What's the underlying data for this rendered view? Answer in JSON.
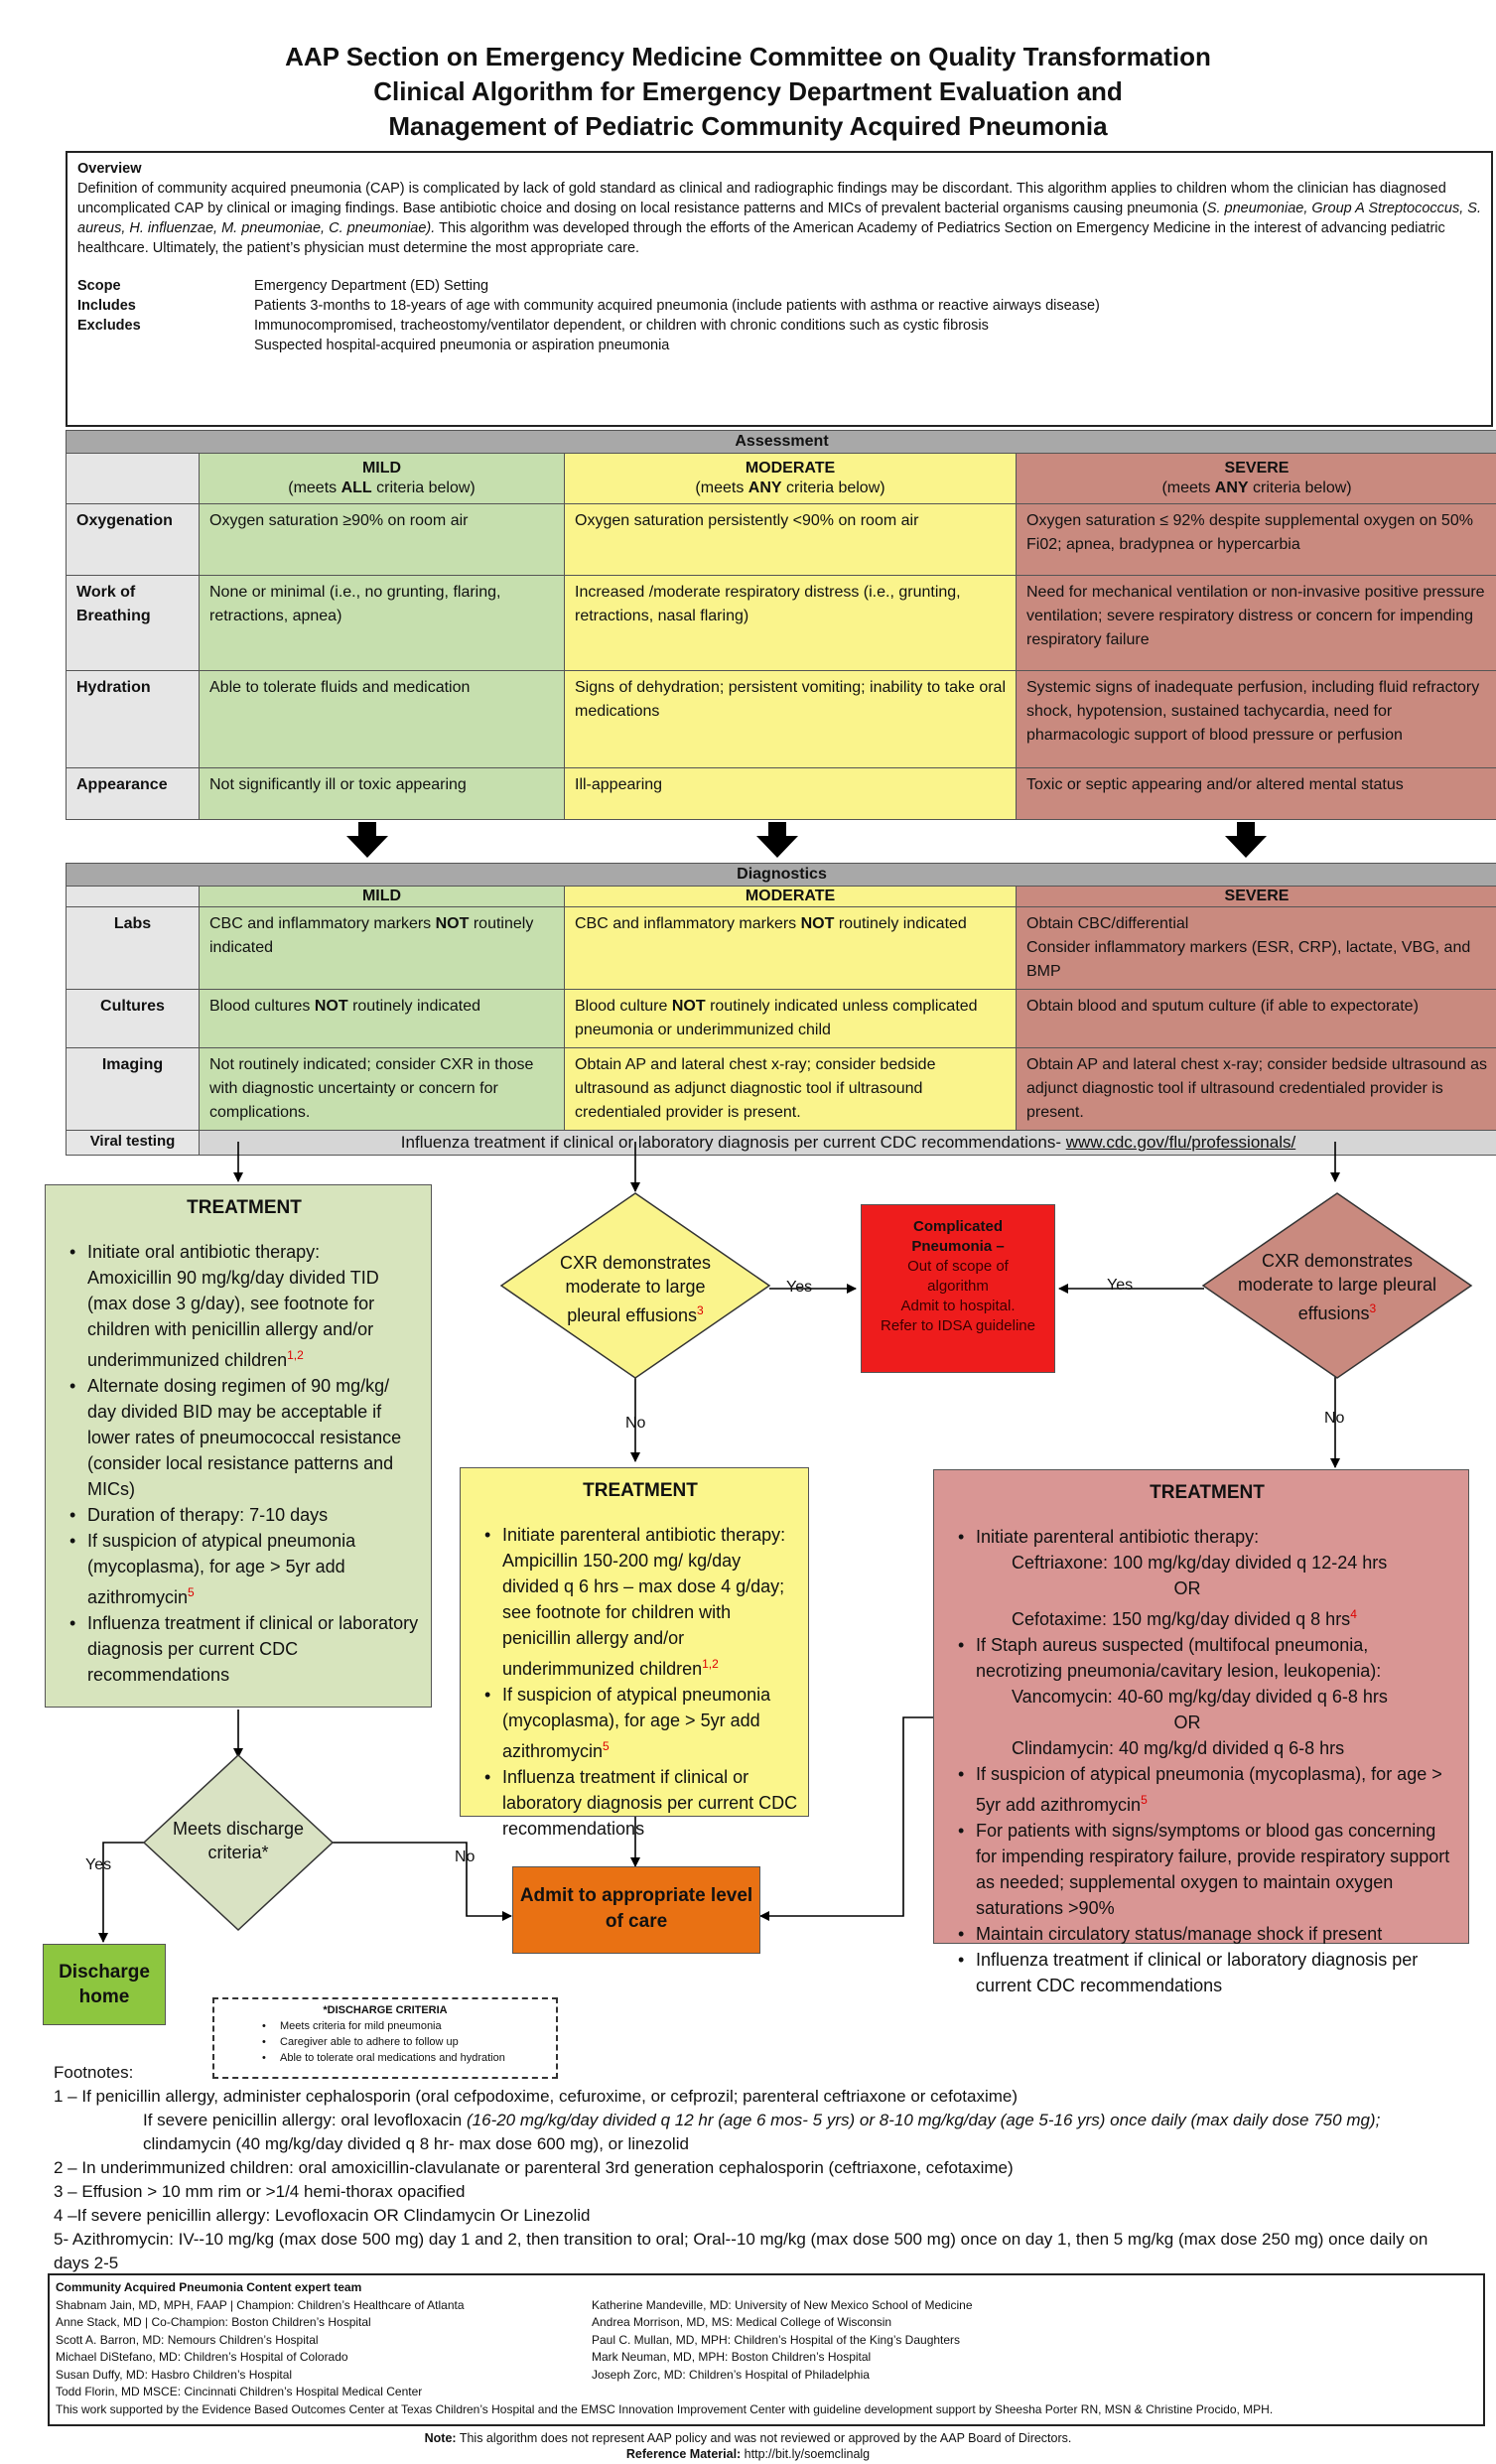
{
  "title": {
    "line1": "AAP Section on Emergency Medicine Committee on Quality Transformation",
    "line2": "Clinical Algorithm for Emergency Department Evaluation and",
    "line3": "Management of Pediatric Community Acquired Pneumonia"
  },
  "overview": {
    "heading": "Overview",
    "text_a": "Definition of community acquired pneumonia (CAP) is complicated by lack of gold standard as clinical and radiographic findings may be discordant. This algorithm applies to children whom the clinician has diagnosed uncomplicated CAP by clinical or imaging findings.  Base antibiotic choice and dosing on local resistance patterns and MICs of prevalent bacterial organisms causing pneumonia (",
    "organisms": "S. pneumoniae, Group A Streptococcus, S. aureus, H. influenzae, M. pneumoniae, C. pneumoniae).",
    "text_b": " This algorithm was developed through the efforts of the American Academy of Pediatrics Section on Emergency Medicine in the interest of advancing pediatric healthcare. Ultimately, the patient’s physician must determine the most appropriate care.",
    "scope_label": "Scope",
    "scope": "Emergency Department (ED) Setting",
    "includes_label": "Includes",
    "includes": "Patients 3-months to 18-years of age with community acquired pneumonia (include patients with asthma or reactive airways disease)",
    "excludes_label": "Excludes",
    "excludes_1": "Immunocompromised, tracheostomy/ventilator dependent, or children with chronic conditions such as cystic fibrosis",
    "excludes_2": "Suspected hospital-acquired pneumonia or aspiration pneumonia"
  },
  "assessment": {
    "header": "Assessment",
    "mild": "MILD",
    "mild_sub_a": "(meets ",
    "mild_sub_b": "ALL",
    "mild_sub_c": " criteria below)",
    "moderate": "MODERATE",
    "mod_sub_a": "(meets ",
    "mod_sub_b": "ANY",
    "mod_sub_c": " criteria below)",
    "severe": "SEVERE",
    "sev_sub_a": "(meets ",
    "sev_sub_b": "ANY",
    "sev_sub_c": " criteria below)",
    "rows": [
      {
        "label": "Oxygenation",
        "mild": "Oxygen saturation ≥90% on room air",
        "mod": "Oxygen saturation persistently <90% on room air",
        "sev": "Oxygen saturation ≤ 92% despite supplemental oxygen on 50% Fi02; apnea, bradypnea or hypercarbia"
      },
      {
        "label": "Work of Breathing",
        "mild": "None or minimal (i.e., no grunting, flaring, retractions, apnea)",
        "mod": "Increased /moderate respiratory distress (i.e., grunting, retractions, nasal flaring)",
        "sev": "Need for mechanical ventilation or non-invasive positive pressure ventilation; severe respiratory distress or concern for impending respiratory failure"
      },
      {
        "label": "Hydration",
        "mild": "Able to tolerate fluids and medication",
        "mod": "Signs of dehydration; persistent vomiting; inability to take oral medications",
        "sev": "Systemic signs of inadequate perfusion, including fluid refractory shock, hypotension, sustained tachycardia, need for pharmacologic support of blood pressure or perfusion"
      },
      {
        "label": "Appearance",
        "mild": "Not significantly ill or toxic appearing",
        "mod": "Ill-appearing",
        "sev": "Toxic or septic appearing and/or altered mental status"
      }
    ]
  },
  "diagnostics": {
    "header": "Diagnostics",
    "mild": "MILD",
    "moderate": "MODERATE",
    "severe": "SEVERE",
    "labs_label": "Labs",
    "labs_mild_a": "CBC and inflammatory markers ",
    "labs_mild_b": "NOT",
    "labs_mild_c": " routinely indicated",
    "labs_mod_a": "CBC and inflammatory markers ",
    "labs_mod_b": "NOT",
    "labs_mod_c": " routinely indicated",
    "labs_sev_1": "Obtain CBC/differential",
    "labs_sev_2": "Consider inflammatory markers (ESR, CRP), lactate, VBG, and BMP",
    "cultures_label": "Cultures",
    "cult_mild_a": "Blood cultures ",
    "cult_mild_b": "NOT",
    "cult_mild_c": " routinely indicated",
    "cult_mod_a": "Blood culture ",
    "cult_mod_b": "NOT",
    "cult_mod_c": " routinely indicated unless complicated pneumonia or underimmunized child",
    "cult_sev": "Obtain blood and sputum culture (if able to expectorate)",
    "imaging_label": "Imaging",
    "img_mild": "Not routinely indicated; consider CXR in those with diagnostic uncertainty or concern for complications.",
    "img_mod": "Obtain AP and lateral chest x-ray; consider bedside ultrasound as adjunct diagnostic tool if ultrasound credentialed provider is present.",
    "img_sev": "Obtain AP and lateral chest x-ray; consider bedside ultrasound as adjunct diagnostic tool if ultrasound credentialed provider is present.",
    "viral_label": "Viral testing",
    "viral_text": "Influenza treatment if clinical or laboratory diagnosis per current CDC recommendations- ",
    "viral_link": "www.cdc.gov/flu/professionals/"
  },
  "mild_treatment": {
    "title": "TREATMENT",
    "b1": "Initiate oral antibiotic therapy:",
    "b1b": "Amoxicillin 90 mg/kg/day divided TID (max dose 3 g/day), see footnote for children with penicillin allergy and/or underimmunized children",
    "b1_sup": "1,2",
    "b2": "Alternate dosing regimen of 90 mg/kg/ day divided BID may be acceptable if lower rates of pneumococcal resistance (consider local resistance patterns and MICs)",
    "b3": "Duration of therapy: 7-10 days",
    "b4": "If suspicion of  atypical pneumonia (mycoplasma), for age > 5yr add azithromycin",
    "b4_sup": "5",
    "b5": "Influenza treatment if clinical or laboratory diagnosis per current CDC recommendations"
  },
  "discharge_decision": {
    "text": "Meets discharge criteria*",
    "yes": "Yes",
    "no": "No"
  },
  "discharge_home": "Discharge home",
  "discharge_criteria": {
    "title": "*DISCHARGE CRITERIA",
    "items": [
      "Meets criteria for mild pneumonia",
      "Caregiver able to adhere to follow up",
      "Able to tolerate oral medications and hydration"
    ]
  },
  "cxr_mod": {
    "text": "CXR demonstrates moderate to large pleural effusions",
    "sup": "3",
    "yes": "Yes",
    "no": "No"
  },
  "cxr_sev": {
    "text": "CXR demonstrates moderate to large pleural effusions",
    "sup": "3",
    "yes": "Yes",
    "no": "No"
  },
  "complicated": {
    "title": "Complicated Pneumonia –",
    "line1": "Out of scope of algorithm",
    "line2": "Admit to hospital.",
    "line3": "Refer to IDSA guideline"
  },
  "mod_treatment": {
    "title": "TREATMENT",
    "b1": "Initiate parenteral antibiotic therapy: Ampicillin 150-200 mg/ kg/day divided q 6 hrs – max dose 4 g/day; see footnote for children with penicillin allergy and/or underimmunized children",
    "b1_sup": "1,2",
    "b2": " If suspicion of  atypical pneumonia (mycoplasma), for age > 5yr add azithromycin",
    "b2_sup": "5",
    "b3": "Influenza treatment if clinical or laboratory diagnosis per current CDC recommendations"
  },
  "admit": "Admit to appropriate level of care",
  "sev_treatment": {
    "title": "TREATMENT",
    "b1": "Initiate parenteral antibiotic therapy:",
    "ceftriaxone": "Ceftriaxone: 100 mg/kg/day divided q 12-24 hrs",
    "or1": "OR",
    "cefotaxime": "Cefotaxime: 150 mg/kg/day divided q 8 hrs",
    "cefotaxime_sup": "4",
    "b2": "If Staph aureus suspected (multifocal pneumonia, necrotizing pneumonia/cavitary lesion, leukopenia):",
    "vanco": "Vancomycin: 40-60 mg/kg/day divided q 6-8 hrs",
    "or2": "OR",
    "clinda": "Clindamycin: 40 mg/kg/d divided q 6-8 hrs",
    "b3": " If suspicion of  atypical pneumonia (mycoplasma), for age > 5yr add azithromycin",
    "b3_sup": "5",
    "b4": "For patients with signs/symptoms or blood gas concerning for impending respiratory failure, provide respiratory support as needed; supplemental oxygen to maintain oxygen saturations >90%",
    "b5": "Maintain circulatory status/manage shock if present",
    "b6": "Influenza treatment if clinical or laboratory diagnosis per current CDC recommendations"
  },
  "footnotes": {
    "heading": "Footnotes:",
    "f1": "1 – If penicillin allergy, administer cephalosporin (oral cefpodoxime, cefuroxime, or cefprozil; parenteral ceftriaxone or cefotaxime)",
    "f1b_a": "If severe penicillin allergy: oral levofloxacin ",
    "f1b_b": "(16-20 mg/kg/day divided q 12 hr (age 6 mos- 5 yrs) or 8-10 mg/kg/day (age 5-16 yrs) once daily (max daily dose 750 mg);",
    "f1b_c": " clindamycin (40 mg/kg/day divided q 8 hr- max dose 600 mg), or linezolid",
    "f2": "2 – In underimmunized children: oral amoxicillin-clavulanate or parenteral 3rd generation cephalosporin (ceftriaxone, cefotaxime)",
    "f3": "3 – Effusion > 10 mm rim or >1/4 hemi-thorax opacified",
    "f4": "4 –If severe penicillin allergy: Levofloxacin OR Clindamycin Or Linezolid",
    "f5": "5- Azithromycin: IV--10 mg/kg (max dose 500 mg) day 1 and 2, then transition to oral; Oral--10 mg/kg (max dose 500 mg) once on day 1, then 5 mg/kg (max dose 250 mg) once daily on days 2-5"
  },
  "team": {
    "heading": "Community Acquired Pneumonia Content expert team",
    "left": [
      "Shabnam Jain, MD, MPH, FAAP | Champion: Children’s Healthcare of Atlanta",
      "Anne Stack, MD | Co-Champion: Boston Children’s Hospital",
      "Scott A. Barron, MD: Nemours Children’s Hospital",
      "Michael DiStefano, MD: Children’s Hospital of Colorado",
      "Susan Duffy, MD: Hasbro Children’s Hospital",
      "Todd Florin, MD MSCE: Cincinnati Children’s Hospital Medical Center"
    ],
    "right": [
      "Katherine Mandeville, MD: University of New Mexico School of Medicine",
      "Andrea Morrison, MD, MS: Medical College of Wisconsin",
      "Paul C. Mullan, MD, MPH: Children’s Hospital of the King’s Daughters",
      "Mark Neuman, MD, MPH: Boston Children’s Hospital",
      "Joseph Zorc, MD: Children’s Hospital of Philadelphia"
    ],
    "support": "This work supported by the Evidence Based Outcomes Center at Texas Children’s Hospital and the EMSC Innovation Improvement Center with guideline development support by Sheesha Porter RN, MSN & Christine Procido, MPH."
  },
  "note_label": "Note:",
  "note": "  This algorithm does not represent AAP policy and was not reviewed or approved by the AAP Board of Directors.",
  "ref_label": "Reference Material:",
  "ref": "  http://bit.ly/soemclinalg",
  "colors": {
    "mild": "#c6dfae",
    "moderate": "#faf48c",
    "severe": "#c98a7f",
    "complicated": "#ee1c1c",
    "admit": "#e97113",
    "discharge": "#8dc63f",
    "diamond": "#d9e2c3"
  }
}
